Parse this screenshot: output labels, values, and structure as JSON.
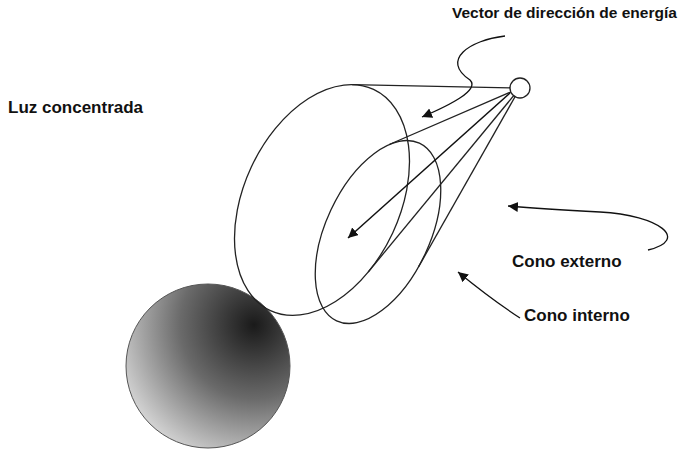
{
  "diagram": {
    "labels": [
      "Vector de dirección de energía",
      "Luz concentrada",
      "Cono externo",
      "Cono interno"
    ]
  }
}
